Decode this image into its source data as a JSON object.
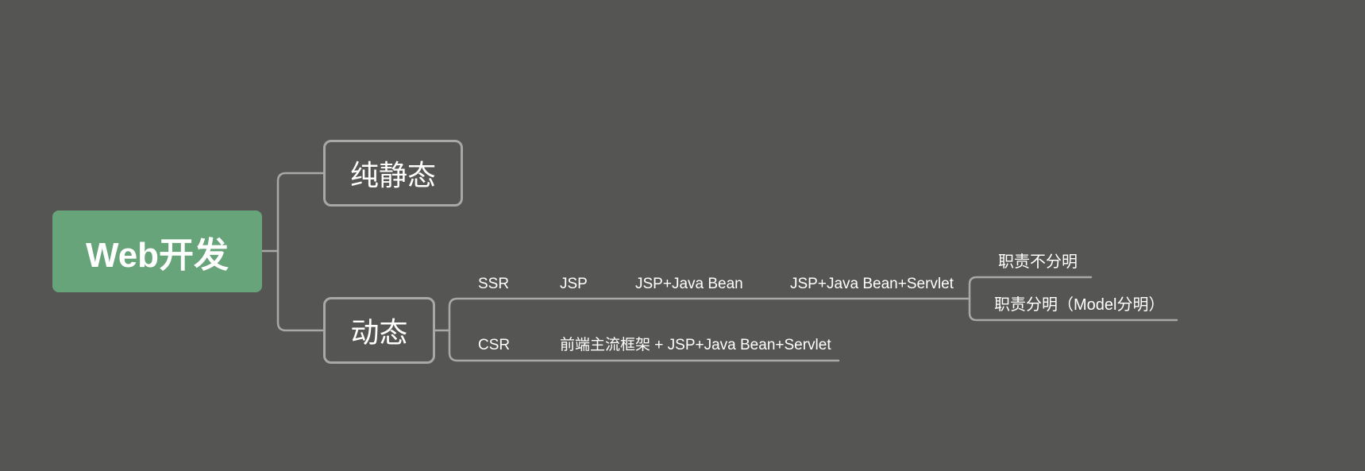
{
  "root": {
    "label": "Web开发"
  },
  "branches": {
    "static": {
      "label": "纯静态"
    },
    "dynamic": {
      "label": "动态"
    }
  },
  "ssr_row": {
    "stages": [
      "SSR",
      "JSP",
      "JSP+Java Bean",
      "JSP+Java Bean+Servlet"
    ],
    "outcomes": [
      "职责不分明",
      "职责分明（Model分明）"
    ]
  },
  "csr_row": {
    "stages": [
      "CSR",
      "前端主流框架 + JSP+Java Bean+Servlet"
    ]
  },
  "colors": {
    "background": "#555653",
    "root_fill": "#67a47a",
    "connector": "#a7a9a6",
    "text": "#ffffff"
  }
}
